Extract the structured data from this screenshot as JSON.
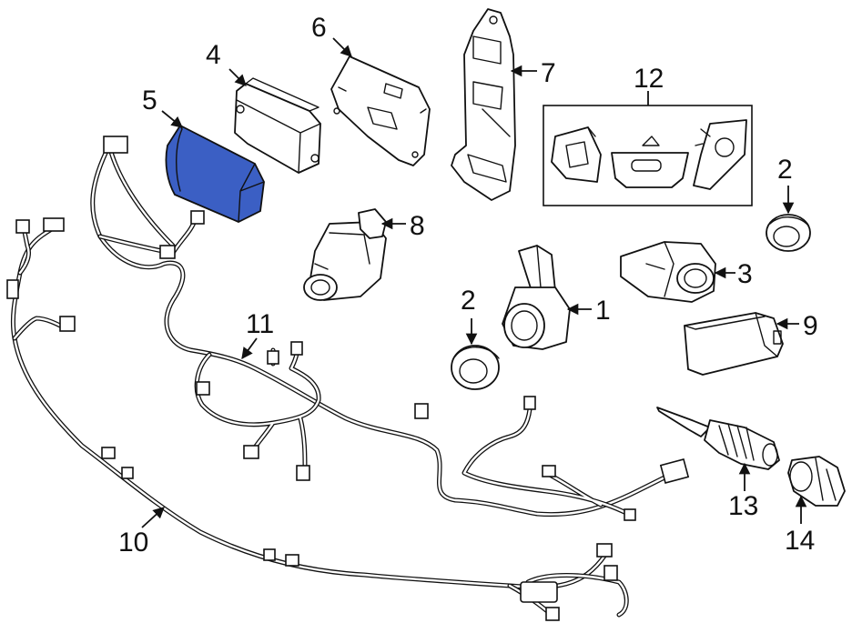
{
  "highlight_color": "#3b5fc4",
  "callouts": [
    {
      "id": "1",
      "label": "1"
    },
    {
      "id": "2a",
      "label": "2"
    },
    {
      "id": "2b",
      "label": "2"
    },
    {
      "id": "3",
      "label": "3"
    },
    {
      "id": "4",
      "label": "4"
    },
    {
      "id": "5",
      "label": "5"
    },
    {
      "id": "6",
      "label": "6"
    },
    {
      "id": "7",
      "label": "7"
    },
    {
      "id": "8",
      "label": "8"
    },
    {
      "id": "9",
      "label": "9"
    },
    {
      "id": "10",
      "label": "10"
    },
    {
      "id": "11",
      "label": "11"
    },
    {
      "id": "12",
      "label": "12"
    },
    {
      "id": "13",
      "label": "13"
    },
    {
      "id": "14",
      "label": "14"
    }
  ]
}
